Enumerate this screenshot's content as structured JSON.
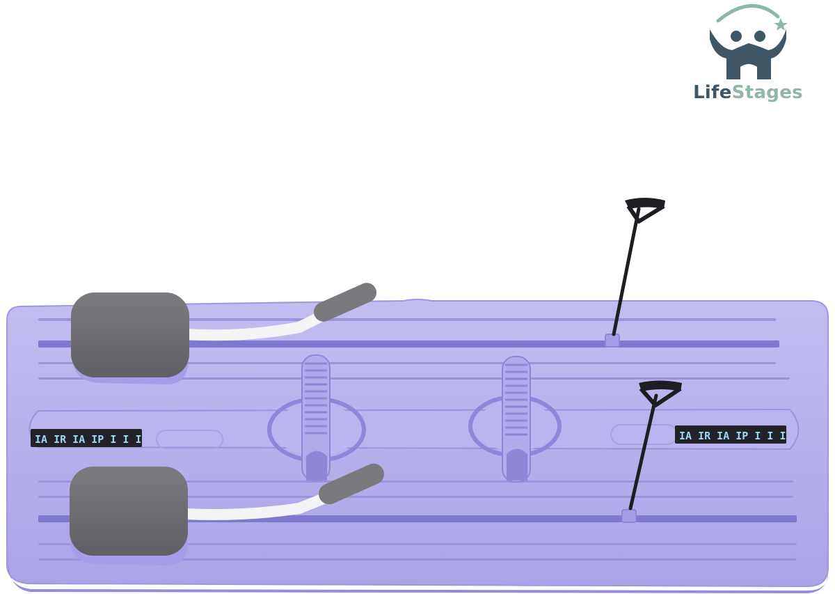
{
  "brand": {
    "name_part1": "Life",
    "name_part2": "Stages",
    "color_dark": "#3e5666",
    "color_light": "#8fb7a7",
    "icon": "family-arch-icon"
  },
  "product": {
    "board_color": "#b7b2ea",
    "board_dark": "#8e87d8",
    "pad_color": "#6e6e72",
    "handle_color": "#7a7a7e",
    "rod_color": "#f4f4f6",
    "strap_color": "#1e1e22",
    "sticker_left": "IA IR IA IP I I I",
    "sticker_right": "IA IR IA IP I I I"
  }
}
